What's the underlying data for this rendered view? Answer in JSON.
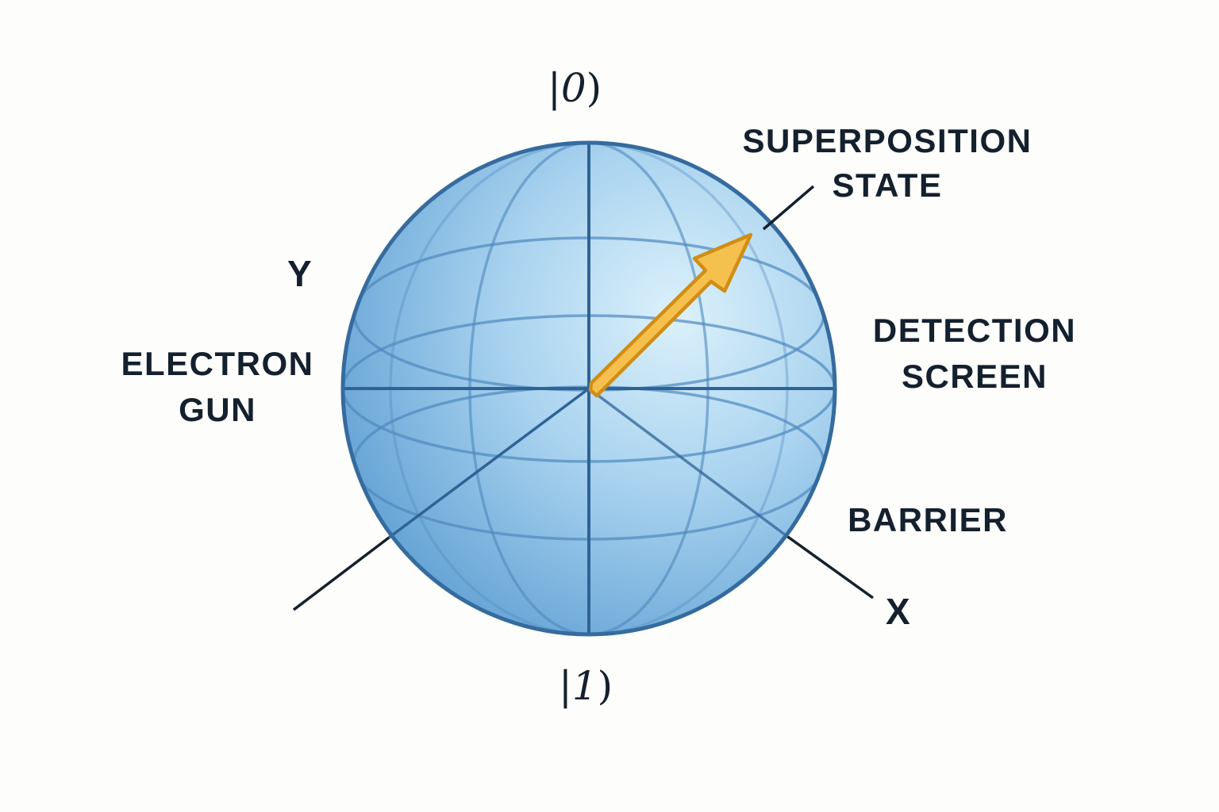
{
  "diagram": {
    "type": "bloch-sphere",
    "colors": {
      "background": "#fdfdfb",
      "sphere_light": "#d6eefa",
      "sphere_dark": "#6fa9d8",
      "sphere_outline": "#356b9e",
      "grid_line": "#5b92c2",
      "axis_line": "#14202e",
      "arrow_fill": "#f6c04f",
      "arrow_stroke": "#d18e15",
      "text": "#14202e"
    },
    "poles": {
      "top": {
        "bar": "|",
        "value": "0",
        "close": ")"
      },
      "bottom": {
        "bar": "|",
        "value": "1",
        "close": ")"
      }
    },
    "axes": {
      "y_label": "Y",
      "x_label": "X"
    },
    "labels": {
      "superposition": {
        "line1": "SUPERPOSITION",
        "line2": "STATE"
      },
      "electron_gun": {
        "line1": "ELECTRON",
        "line2": "GUN"
      },
      "detection_screen": {
        "line1": "DETECTION",
        "line2": "SCREEN"
      },
      "barrier": {
        "line1": "BARRIER"
      }
    },
    "state_vector": {
      "description": "Arrow from sphere center pointing up-right toward superposition state"
    }
  }
}
